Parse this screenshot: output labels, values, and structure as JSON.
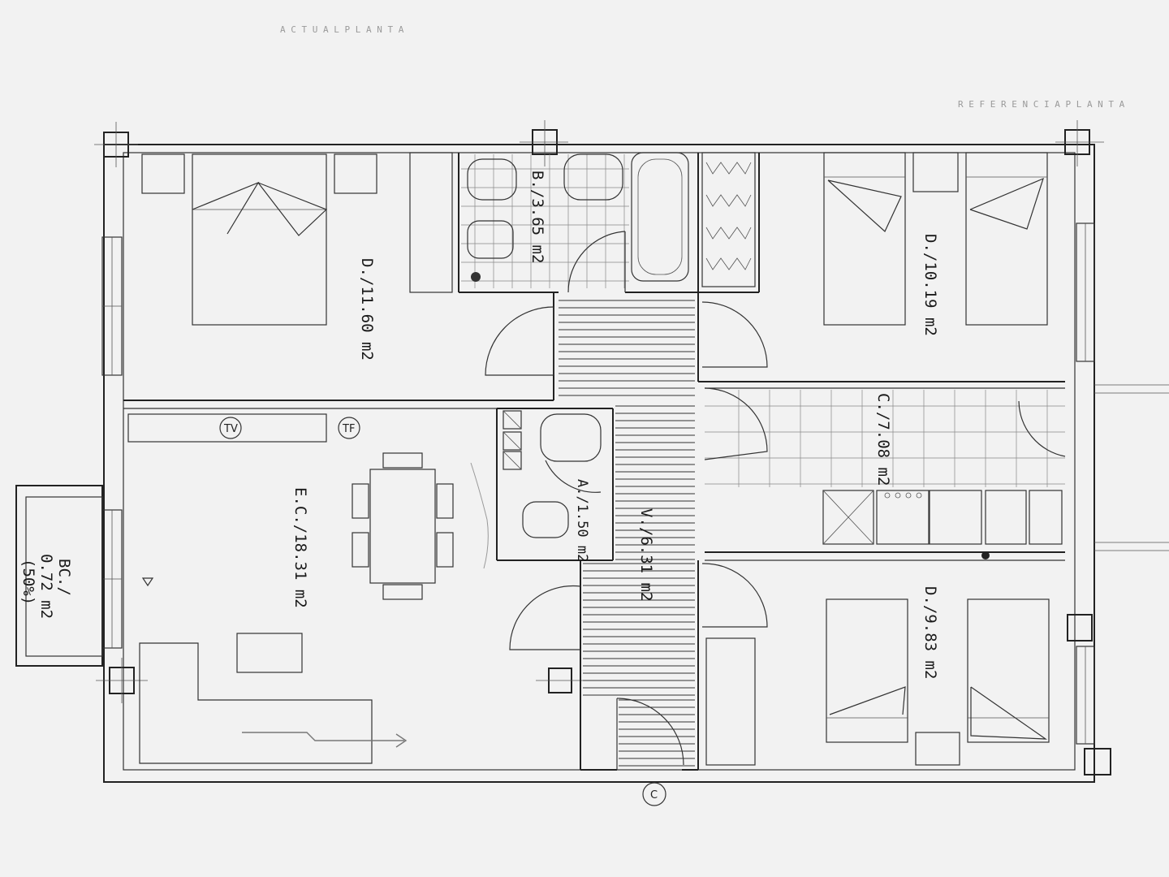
{
  "header": {
    "faint_top": "A C T U A L   P L A N T A",
    "faint_right": "R E F E R E N C I A   P L A N T A"
  },
  "rooms": {
    "bedroom_master": "D./11.60 m2",
    "bathroom_main": "B./3.65 m2",
    "bedroom_2": "D./10.19 m2",
    "kitchen": "C./7.08 m2",
    "toilet": "A./1.50 m2",
    "living_dining": "E.C./18.31 m2",
    "hall": "V./6.31 m2",
    "bedroom_3": "D./9.83 m2",
    "balcony_name": "BC./",
    "balcony_area": "0.72 m2",
    "balcony_pct": "(50%)"
  },
  "symbols": {
    "tv": "TV",
    "tf": "TF",
    "entrance": "C"
  },
  "colors": {
    "paper": "#f2f2f2",
    "ink": "#222222"
  }
}
